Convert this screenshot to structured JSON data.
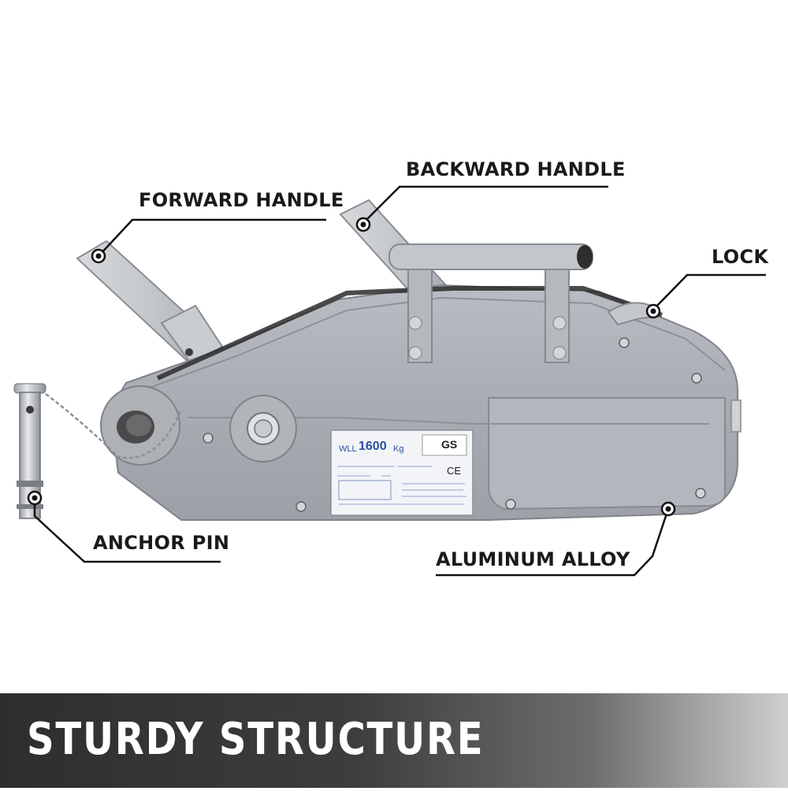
{
  "callouts": {
    "forward_handle": "FORWARD HANDLE",
    "backward_handle": "BACKWARD HANDLE",
    "lock": "LOCK",
    "anchor_pin": "ANCHOR PIN",
    "aluminum_alloy": "ALUMINUM ALLOY"
  },
  "banner": {
    "title": "STURDY STRUCTURE"
  },
  "nameplate": {
    "wll_prefix": "WLL",
    "wll_value": "1600",
    "wll_unit": "Kg",
    "gs_mark": "GS",
    "ce_mark": "CE"
  }
}
